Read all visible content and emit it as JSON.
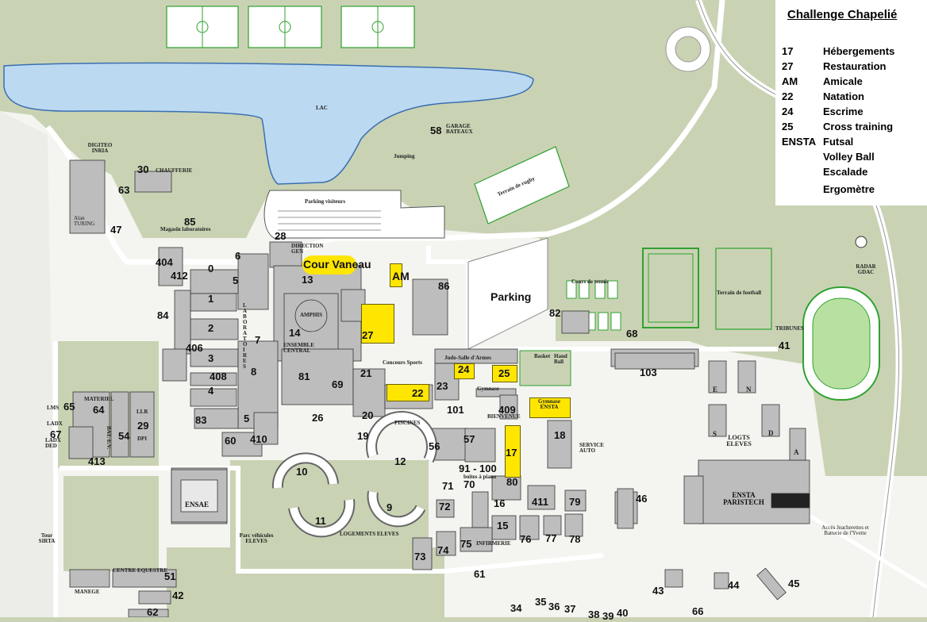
{
  "legend": {
    "title": "Challenge Chapelié",
    "entries": [
      {
        "code": "17",
        "label": "Hébergements"
      },
      {
        "code": "27",
        "label": "Restauration"
      },
      {
        "code": "AM",
        "label": "Amicale"
      },
      {
        "code": "22",
        "label": "Natation"
      },
      {
        "code": "24",
        "label": "Escrime"
      },
      {
        "code": "25",
        "label": "Cross training"
      },
      {
        "code": "ENSTA",
        "label": "Futsal"
      },
      {
        "code": "",
        "label": "Volley Ball"
      },
      {
        "code": "",
        "label": "Escalade"
      },
      {
        "code": "",
        "label": "Ergomètre"
      }
    ]
  },
  "colors": {
    "grass": "#c9d3b4",
    "lake": "#bcd9f2",
    "building": "#bdbdbd",
    "highlight": "#ffe600",
    "field_line": "#2fa12f",
    "legend_bg": "#ffffff"
  },
  "highlights": {
    "cour_vaneau": "Cour Vaneau",
    "am": "AM",
    "b27": "27",
    "b22": "22",
    "b24": "24",
    "b25": "25",
    "b17": "17"
  },
  "places": {
    "parking": "Parking",
    "lac": "LAC",
    "parking_visiteurs": "Parking visiteurs",
    "terrain_rugby": "Terrain de rugby",
    "terrain_football": "Terrain de football",
    "cours_tennis": "Cours de tennis",
    "jumping": "Jumping",
    "garage_bateaux": "GARAGE BATEAUX",
    "chaufferie": "CHAUFFERIE",
    "digiteo": "DIGITEO INRIA",
    "alan_turing": "Alan TURING",
    "magasin": "Magasin laboratoires",
    "direction": "DIRECTION GEN",
    "amphis": "AMPHIS",
    "ensemble_central": "ENSEMBLE CENTRAL",
    "concours": "Concours Sports",
    "judo": "Judo-Salle d'Armes",
    "gymnase": "Gymnase",
    "gymnase_ensta": "Gymnase ENSTA",
    "bienvenue": "BIENVENUE",
    "piscines": "PISCINES",
    "service_auto": "SERVICE AUTO",
    "logts_eleves": "LOGTS ELEVES",
    "ensta_paristech": "ENSTA PARISTECH",
    "ensae": "ENSAE",
    "parc_vehicules": "Parc véhicules ELEVES",
    "logements_eleves": "LOGEMENTS ELEVES",
    "infirmerie": "INFIRMERIE",
    "boites_piano": "boîtes à piano",
    "centre_equestre": "CENTRE EQUESTRE",
    "manege": "MANEGE",
    "tour_sirta": "Tour SIRTA",
    "radar": "RADAR GDAC",
    "tribunes": "TRIBUNES",
    "basket": "Basket",
    "handball": "Hand Ball",
    "materiel": "MATERIEL",
    "acces": "Accès Jeacherettes et Batterie de l'Yvette",
    "laboratoires": "LABORATOIRES",
    "bat_ev": "BAT. E.V.",
    "llr": "LLR",
    "dpi": "DPI",
    "lms": "LMS",
    "ladx": "LADX",
    "ladx_ded": "LADX DED",
    "e": "E",
    "n": "N",
    "s": "S",
    "d": "D",
    "a": "A"
  },
  "numbers": {
    "n0": "0",
    "n1": "1",
    "n2": "2",
    "n3": "3",
    "n4": "4",
    "n5a": "5",
    "n5b": "5",
    "n6": "6",
    "n7": "7",
    "n8": "8",
    "n9": "9",
    "n10": "10",
    "n11": "11",
    "n12": "12",
    "n13": "13",
    "n14": "14",
    "n15": "15",
    "n16": "16",
    "n18": "18",
    "n19": "19",
    "n20": "20",
    "n21": "21",
    "n23": "23",
    "n26": "26",
    "n28": "28",
    "n29": "29",
    "n30": "30",
    "n34": "34",
    "n35": "35",
    "n36": "36",
    "n37": "37",
    "n38": "38",
    "n39": "39",
    "n40": "40",
    "n41": "41",
    "n42": "42",
    "n43": "43",
    "n44": "44",
    "n45": "45",
    "n46": "46",
    "n47": "47",
    "n51": "51",
    "n54": "54",
    "n56": "56",
    "n57": "57",
    "n58": "58",
    "n60": "60",
    "n61": "61",
    "n62": "62",
    "n63": "63",
    "n64": "64",
    "n65": "65",
    "n66": "66",
    "n67": "67",
    "n68": "68",
    "n69": "69",
    "n70": "70",
    "n71": "71",
    "n72": "72",
    "n73": "73",
    "n74": "74",
    "n75": "75",
    "n76": "76",
    "n77": "77",
    "n78": "78",
    "n79": "79",
    "n80": "80",
    "n81": "81",
    "n82": "82",
    "n83": "83",
    "n84": "84",
    "n85": "85",
    "n86": "86",
    "n91": "91 - 100",
    "n101": "101",
    "n103": "103",
    "n404": "404",
    "n406": "406",
    "n408": "408",
    "n409": "409",
    "n410": "410",
    "n411": "411",
    "n412": "412",
    "n413": "413"
  }
}
